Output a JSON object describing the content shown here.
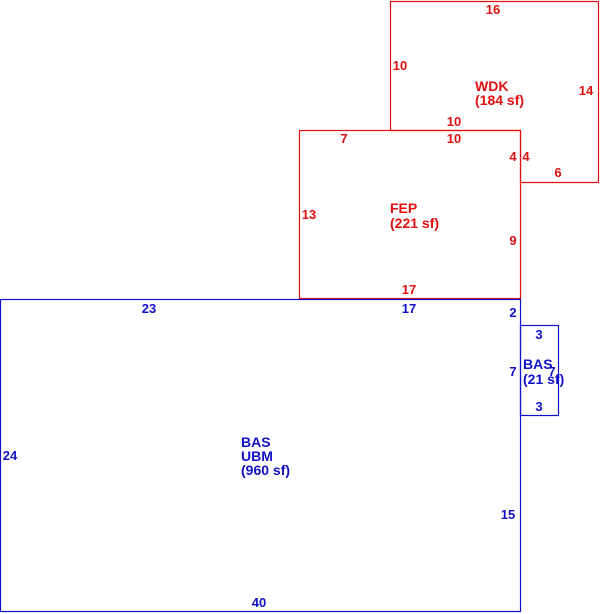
{
  "colors": {
    "red": "#e01010",
    "blue": "#1010c8",
    "background": "#ffffff"
  },
  "areas": {
    "wdk": {
      "code": "WDK",
      "area": "(184 sf)"
    },
    "fep": {
      "code": "FEP",
      "area": "(221 sf)"
    },
    "bas_main": {
      "code": "BAS",
      "sub": "UBM",
      "area": "(960 sf)"
    },
    "bas_small": {
      "code": "BAS",
      "area": "(21 sf)"
    }
  },
  "dimensions": {
    "wdk_top": "16",
    "wdk_left": "10",
    "wdk_right": "14",
    "wdk_bottom_inner": "10",
    "wdk_step_a": "4",
    "wdk_bottom": "6",
    "fep_top_left": "7",
    "fep_top_right": "10",
    "fep_left": "13",
    "fep_step": "4",
    "fep_right": "9",
    "fep_bottom": "17",
    "bas_top_left": "23",
    "bas_top_right": "17",
    "bas_step": "2",
    "bas_left": "24",
    "bas_right_mid": "7",
    "bas_right": "15",
    "bas_bottom": "40",
    "small_top": "3",
    "small_right": "7",
    "small_bottom": "3"
  }
}
